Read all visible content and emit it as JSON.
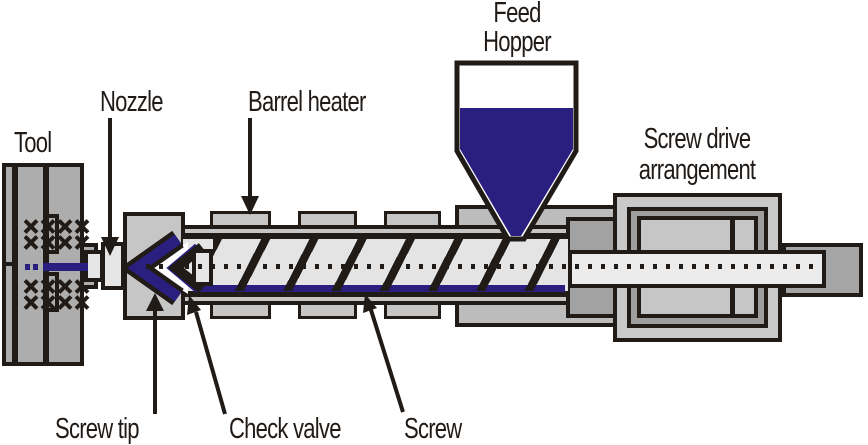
{
  "diagram": {
    "subject": "Injection moulding machine cross-section"
  },
  "labels": {
    "tool": "Tool",
    "nozzle": "Nozzle",
    "barrel_heater": "Barrel heater",
    "feed_hopper_line1": "Feed",
    "feed_hopper_line2": "Hopper",
    "screw_drive_line1": "Screw drive",
    "screw_drive_line2": "arrangement",
    "screw_tip": "Screw tip",
    "check_valve": "Check valve",
    "screw": "Screw"
  },
  "colors": {
    "melt_navy": "#2a1f7f",
    "outline": "#211b17",
    "light_gray": "#e4e4e4",
    "mid_gray": "#c6c6c6",
    "plate_gray": "#adadad",
    "dark_gray": "#9e9e9e",
    "background": "#ffffff"
  }
}
